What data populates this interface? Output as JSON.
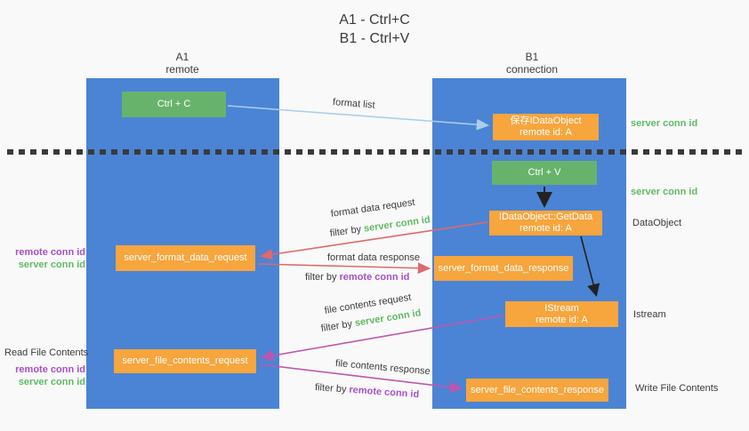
{
  "title": {
    "line1": "A1 - Ctrl+C",
    "line2": "B1 - Ctrl+V"
  },
  "lanes": {
    "left": {
      "name": "A1",
      "sub": "remote"
    },
    "right": {
      "name": "B1",
      "sub": "connection"
    }
  },
  "nodes": {
    "ctrl_c": "Ctrl + C",
    "ctrl_v": "Ctrl + V",
    "save_idataobject": {
      "line1": "保存IDataObject",
      "line2": "remote id: A"
    },
    "getdata": {
      "line1": "IDataObject::GetData",
      "line2": "remote id: A"
    },
    "istream": {
      "line1": "IStream",
      "line2": "remote id: A"
    },
    "server_format_data_request": "server_format_data_request",
    "server_format_data_response": "server_format_data_response",
    "server_file_contents_request": "server_file_contents_request",
    "server_file_contents_response": "server_file_contents_response"
  },
  "flow_labels": {
    "format_list": "format list",
    "format_data_request": "format data request",
    "format_data_response": "format data response",
    "file_contents_request": "file contents request",
    "file_contents_response": "file contents response",
    "filter_by": "filter by",
    "server_conn_id": "server conn id",
    "remote_conn_id": "remote conn id"
  },
  "side_labels": {
    "read_file_contents": "Read File Contents",
    "write_file_contents": "Write File Contents",
    "dataobject": "DataObject",
    "istream": "Istream",
    "server_conn_id": "server conn id",
    "remote_conn_id": "remote conn id"
  },
  "colors": {
    "background": "#f9f9f9",
    "lane_blue": "#4b84d4",
    "node_green": "#68b36b",
    "node_orange": "#f7a53d",
    "arrow_red": "#e0696a",
    "arrow_magenta": "#c055ae",
    "arrow_light_blue": "#aacdee",
    "arrow_black": "#222222",
    "text_green": "#5fba64",
    "text_purple": "#a74fc6"
  }
}
